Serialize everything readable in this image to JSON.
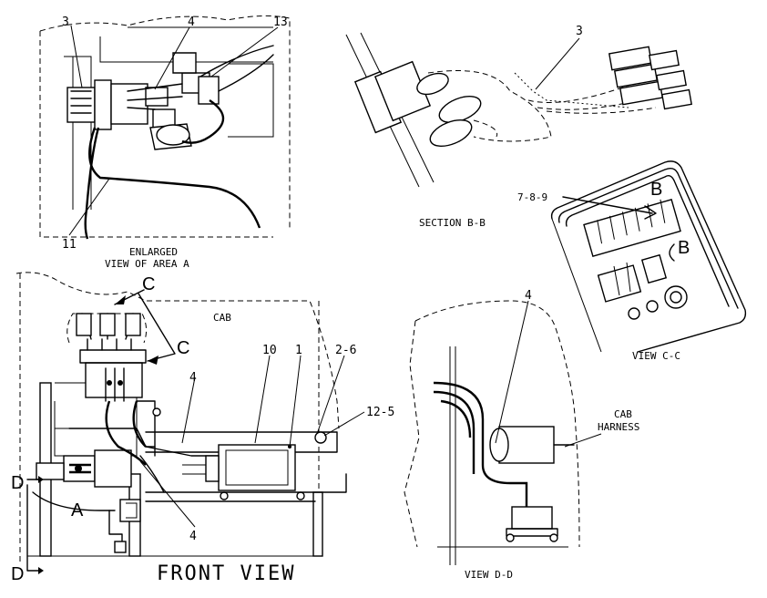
{
  "views": {
    "enlarged_a": {
      "title_line1": "ENLARGED",
      "title_line2": "VIEW OF AREA A"
    },
    "section_bb": {
      "title": "SECTION B-B"
    },
    "view_cc": {
      "title": "VIEW C-C"
    },
    "front": {
      "title": "FRONT VIEW",
      "cab_label": "CAB"
    },
    "view_dd": {
      "title": "VIEW D-D",
      "harness_line1": "CAB",
      "harness_line2": "HARNESS"
    }
  },
  "callouts": {
    "enlarged_3": "3",
    "enlarged_4": "4",
    "enlarged_13": "13",
    "enlarged_11": "11",
    "section_3": "3",
    "cc_789": "7-8-9",
    "cc_b_top": "B",
    "cc_b_side": "B",
    "front_c_top": "C",
    "front_c_side": "C",
    "front_10": "10",
    "front_1": "1",
    "front_26": "2-6",
    "front_125": "12-5",
    "front_4_upper": "4",
    "front_4_lower": "4",
    "front_a": "A",
    "front_d_top": "D",
    "front_d_bottom": "D",
    "dd_4": "4"
  },
  "colors": {
    "ink": "#000000",
    "paper": "#ffffff"
  }
}
